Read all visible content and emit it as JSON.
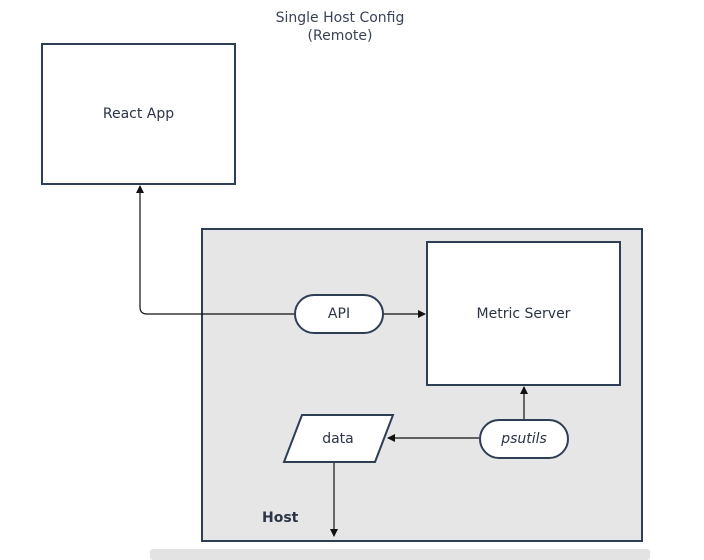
{
  "diagram": {
    "title_line1": "Single Host Config",
    "title_line2": "(Remote)",
    "nodes": {
      "react_app": "React App",
      "api": "API",
      "metric_server": "Metric Server",
      "data": "data",
      "psutils": "psutils",
      "host": "Host"
    },
    "colors": {
      "stroke": "#2e3e55",
      "host_fill": "#e6e6e6",
      "node_fill": "#ffffff"
    }
  }
}
